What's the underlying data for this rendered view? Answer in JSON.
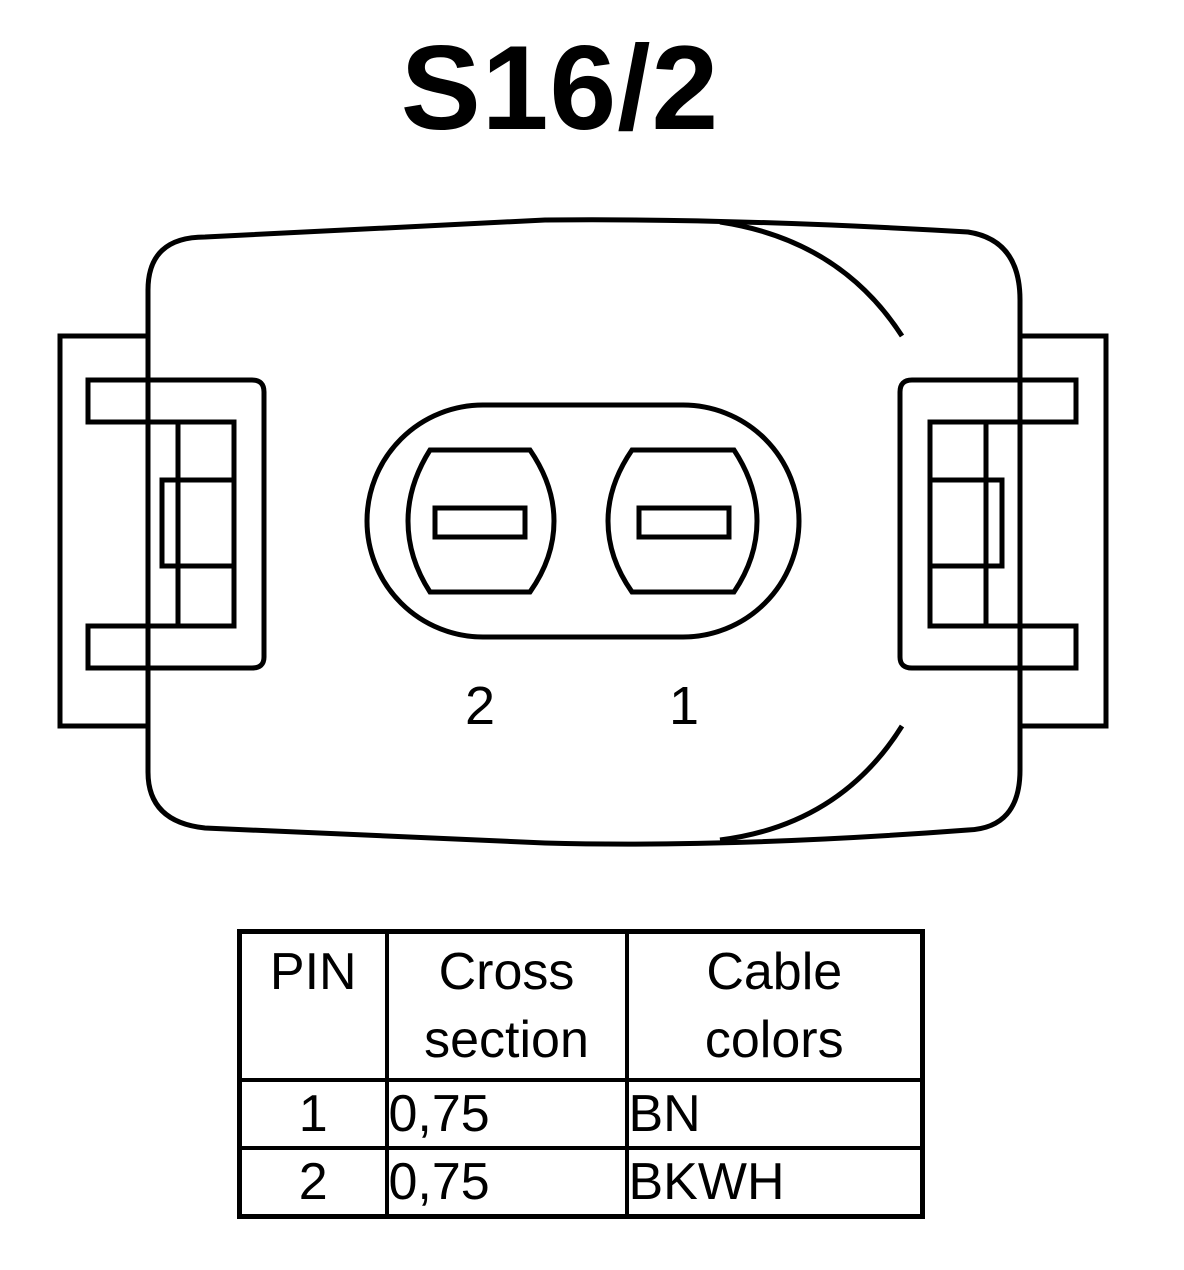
{
  "title": "S16/2",
  "connector": {
    "pin_labels": [
      "2",
      "1"
    ]
  },
  "table": {
    "headers": {
      "pin": "PIN",
      "cross_section": [
        "Cross",
        "section"
      ],
      "cable_colors": [
        "Cable",
        "colors"
      ]
    },
    "rows": [
      {
        "pin": "1",
        "cross_section": "0,75",
        "color": "BN"
      },
      {
        "pin": "2",
        "cross_section": "0,75",
        "color": "BKWH"
      }
    ]
  }
}
